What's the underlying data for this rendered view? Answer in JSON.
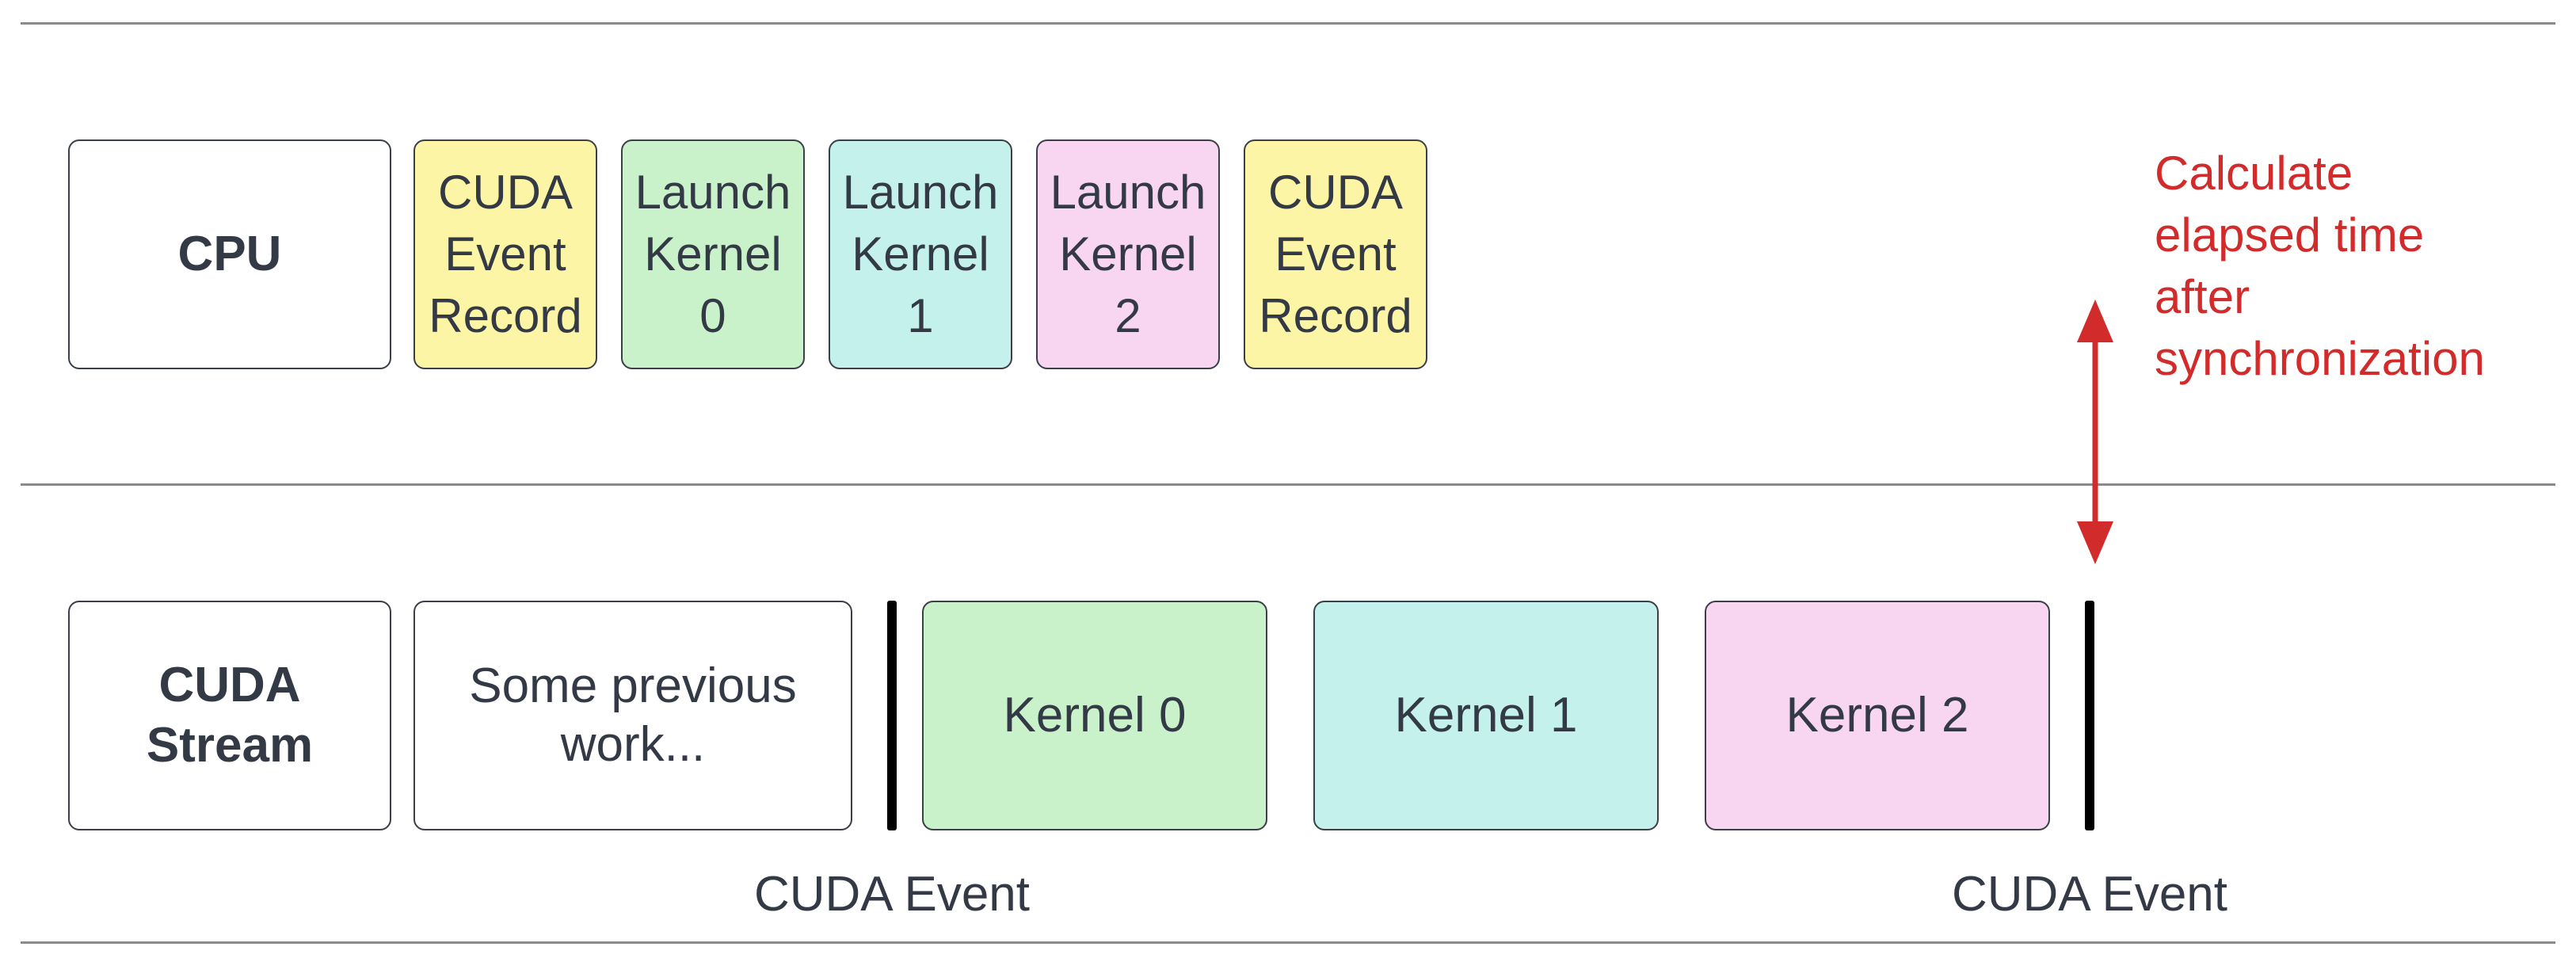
{
  "colors": {
    "lane_border": "#3a3f48",
    "divider": "#8a8a8a",
    "cuda_event_fill": "#fdf5a6",
    "kernel0_fill": "#c9f2cb",
    "kernel1_fill": "#c4f1ec",
    "kernel2_fill": "#f8d5f0",
    "annotation": "#d22b2b"
  },
  "cpu_lane": {
    "label": "CPU",
    "steps": [
      {
        "text": "CUDA\nEvent\nRecord",
        "color": "#fdf5a6"
      },
      {
        "text": "Launch\nKernel\n0",
        "color": "#c9f2cb"
      },
      {
        "text": "Launch\nKernel\n1",
        "color": "#c4f1ec"
      },
      {
        "text": "Launch\nKernel\n2",
        "color": "#f8d5f0"
      },
      {
        "text": "CUDA\nEvent\nRecord",
        "color": "#fdf5a6"
      }
    ]
  },
  "stream_lane": {
    "label": "CUDA\nStream",
    "previous_work": "Some previous\nwork...",
    "kernels": [
      {
        "text": "Kernel 0",
        "color": "#c9f2cb"
      },
      {
        "text": "Kernel 1",
        "color": "#c4f1ec"
      },
      {
        "text": "Kernel 2",
        "color": "#f8d5f0"
      }
    ],
    "event_labels": [
      "CUDA Event",
      "CUDA Event"
    ]
  },
  "annotation": "Calculate\nelapsed time\nafter\nsynchronization"
}
